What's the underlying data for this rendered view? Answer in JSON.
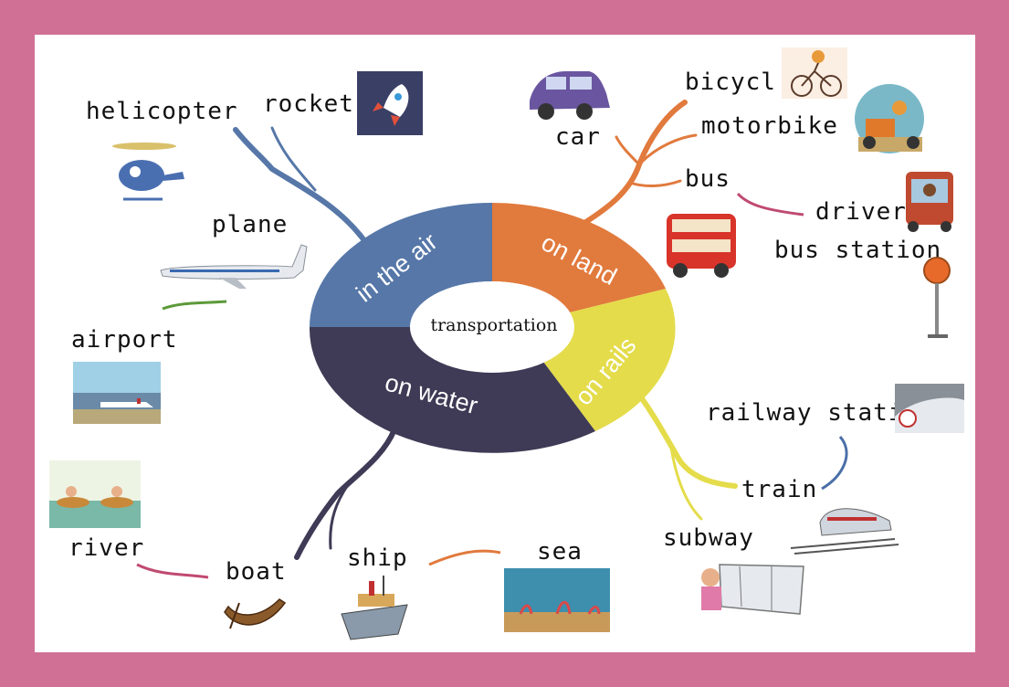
{
  "colors": {
    "border": "#d07095",
    "air": "#5677a8",
    "land": "#e17a3d",
    "rails": "#e4dc4a",
    "water": "#3f3a55"
  },
  "center": "transportation",
  "segments": {
    "air": "in the air",
    "land": "on land",
    "rails": "on rails",
    "water": "on water"
  },
  "words": {
    "helicopter": "helicopter",
    "rocket": "rocket",
    "plane": "plane",
    "airport": "airport",
    "car": "car",
    "bicycle": "bicycl",
    "motorbike": "motorbike",
    "bus": "bus",
    "driver": "driver",
    "bus_station": "bus station",
    "railway_station": "railway stati",
    "train": "train",
    "subway": "subway",
    "sea": "sea",
    "ship": "ship",
    "boat": "boat",
    "river": "river"
  },
  "icons": [
    "rocket-icon",
    "helicopter-icon",
    "plane-icon",
    "airport-icon",
    "car-icon",
    "bicycle-icon",
    "motorbike-icon",
    "bus-icon",
    "driver-icon",
    "bus-stop-icon",
    "railway-station-icon",
    "train-icon",
    "subway-icon",
    "sea-icon",
    "ship-icon",
    "boat-icon",
    "river-icon"
  ]
}
